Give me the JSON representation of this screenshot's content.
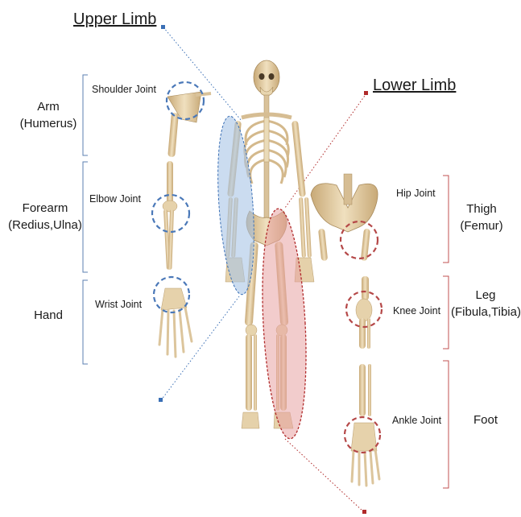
{
  "titles": {
    "upper": "Upper Limb",
    "lower": "Lower Limb"
  },
  "upper_limb": {
    "parts": [
      {
        "name": "Arm",
        "detail": "(Humerus)",
        "joint": "Shoulder Joint"
      },
      {
        "name": "Forearm",
        "detail": "(Redius,Ulna)",
        "joint": "Elbow Joint"
      },
      {
        "name": "Hand",
        "detail": "",
        "joint": "Wrist Joint"
      }
    ]
  },
  "lower_limb": {
    "parts": [
      {
        "name": "Thigh",
        "detail": "(Femur)",
        "joint": "Hip Joint"
      },
      {
        "name": "Leg",
        "detail": "(Fibula,Tibia)",
        "joint": "Knee Joint"
      },
      {
        "name": "Foot",
        "detail": "",
        "joint": "Ankle Joint"
      }
    ]
  },
  "colors": {
    "upper_accent": "#3a6fb5",
    "upper_fill": "#a9c4e6",
    "lower_accent": "#b02a2a",
    "lower_fill": "#e8a3a3",
    "bone": "#e4d0a8",
    "bone_shade": "#c9ad7c"
  }
}
